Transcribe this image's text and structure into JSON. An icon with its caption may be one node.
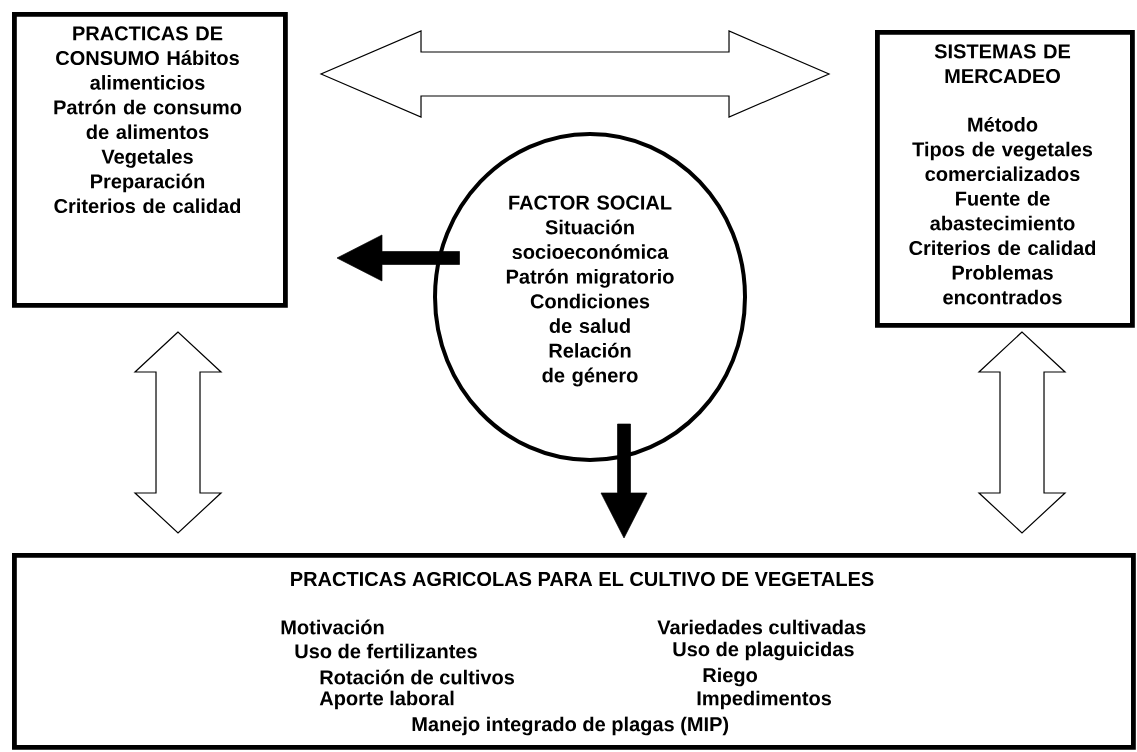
{
  "diagram": {
    "nodes": [
      {
        "text": [
          "PRACTICAS DE CONSUMO Hábitos alimenticios",
          "Patrón de consumo de alimentos",
          "Vegetales",
          "Preparación",
          "Criterios de calidad"
        ]
      },
      {
        "text": [
          "SISTEMAS DE MERCADEO",
          "Método",
          "Tipos de vegetales comercializados",
          "Fuente de abastecimiento",
          "Criterios de calidad",
          "Problemas encontrados"
        ]
      },
      {
        "text": [
          "FACTOR SOCIAL",
          "Situación socioeconómica",
          "Patrón migratorio",
          "Condiciones de salud",
          "Relación de género"
        ]
      },
      {
        "text": [
          "PRACTICAS AGRICOLAS PARA EL CULTIVO DE VEGETALES",
          "Motivación",
          "Variedades cultivadas",
          "Uso de fertilizantes",
          "Uso de plaguicidas",
          "Rotación de cultivos",
          "Riego",
          "Aporte laboral",
          "Impedimentos",
          "Manejo integrado de plagas (MIP)"
        ]
      }
    ],
    "edges": [
      {
        "from": 0,
        "to": 1,
        "arrow": "both"
      },
      {
        "from": 2,
        "to": 0,
        "arrow": "to",
        "style": "thick"
      },
      {
        "from": 0,
        "to": 3,
        "arrow": "both"
      },
      {
        "from": 2,
        "to": 3,
        "arrow": "to",
        "style": "thick"
      },
      {
        "from": 1,
        "to": 3,
        "arrow": "both"
      }
    ]
  }
}
